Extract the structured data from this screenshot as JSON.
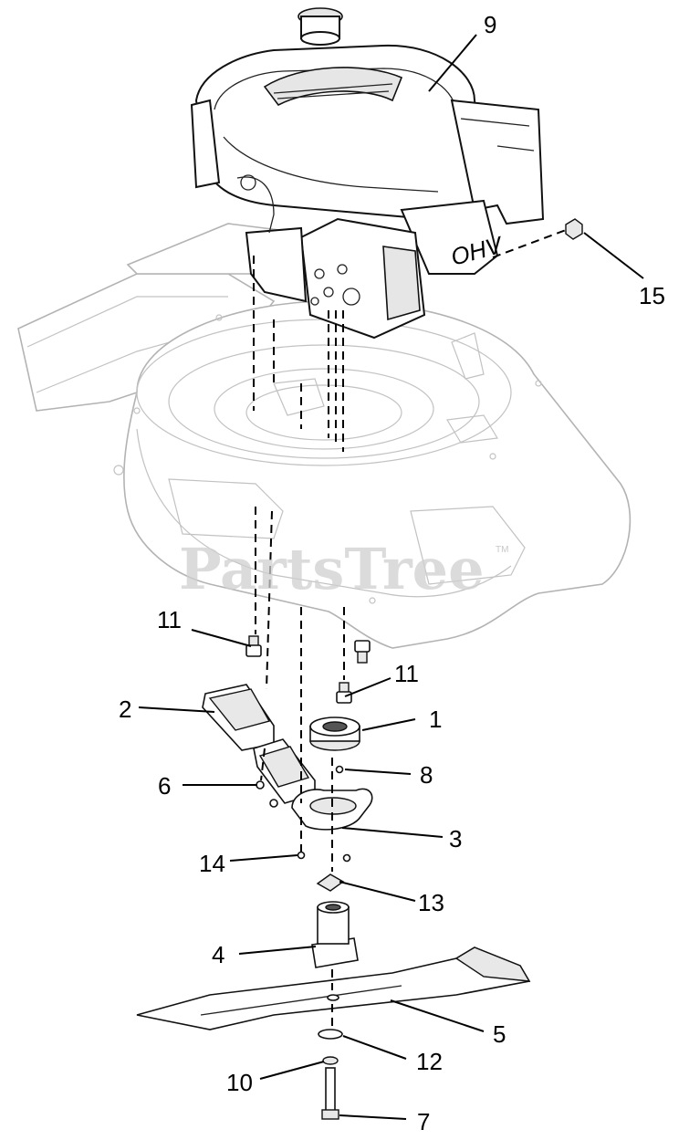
{
  "watermark": {
    "text": "PartsTree",
    "trademark": "TM"
  },
  "engine_text": "OHV",
  "callouts": [
    {
      "id": "9",
      "label": "9"
    },
    {
      "id": "15",
      "label": "15"
    },
    {
      "id": "11a",
      "label": "11"
    },
    {
      "id": "11b",
      "label": "11"
    },
    {
      "id": "2",
      "label": "2"
    },
    {
      "id": "1",
      "label": "1"
    },
    {
      "id": "8",
      "label": "8"
    },
    {
      "id": "6",
      "label": "6"
    },
    {
      "id": "3",
      "label": "3"
    },
    {
      "id": "14",
      "label": "14"
    },
    {
      "id": "13",
      "label": "13"
    },
    {
      "id": "4",
      "label": "4"
    },
    {
      "id": "5",
      "label": "5"
    },
    {
      "id": "12",
      "label": "12"
    },
    {
      "id": "10",
      "label": "10"
    },
    {
      "id": "7",
      "label": "7"
    }
  ],
  "colors": {
    "line": "#000000",
    "deck": "#b3b3b3",
    "watermark": "#d0d0d0"
  }
}
